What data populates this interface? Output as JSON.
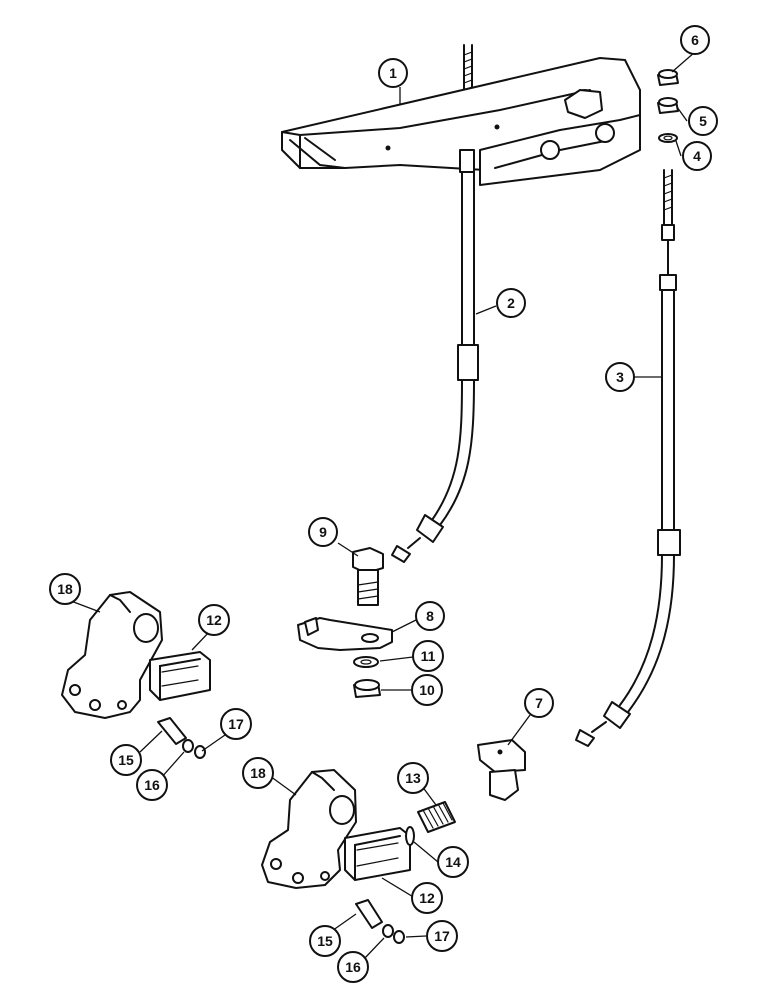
{
  "diagram": {
    "callouts": [
      {
        "id": "c1",
        "label": "1"
      },
      {
        "id": "c2",
        "label": "2"
      },
      {
        "id": "c3",
        "label": "3"
      },
      {
        "id": "c4",
        "label": "4"
      },
      {
        "id": "c5",
        "label": "5"
      },
      {
        "id": "c6",
        "label": "6"
      },
      {
        "id": "c7",
        "label": "7"
      },
      {
        "id": "c8",
        "label": "8"
      },
      {
        "id": "c9",
        "label": "9"
      },
      {
        "id": "c10",
        "label": "10"
      },
      {
        "id": "c11",
        "label": "11"
      },
      {
        "id": "c12a",
        "label": "12"
      },
      {
        "id": "c12b",
        "label": "12"
      },
      {
        "id": "c13",
        "label": "13"
      },
      {
        "id": "c14",
        "label": "14"
      },
      {
        "id": "c15a",
        "label": "15"
      },
      {
        "id": "c15b",
        "label": "15"
      },
      {
        "id": "c16a",
        "label": "16"
      },
      {
        "id": "c16b",
        "label": "16"
      },
      {
        "id": "c17a",
        "label": "17"
      },
      {
        "id": "c17b",
        "label": "17"
      },
      {
        "id": "c18a",
        "label": "18"
      },
      {
        "id": "c18b",
        "label": "18"
      }
    ]
  }
}
